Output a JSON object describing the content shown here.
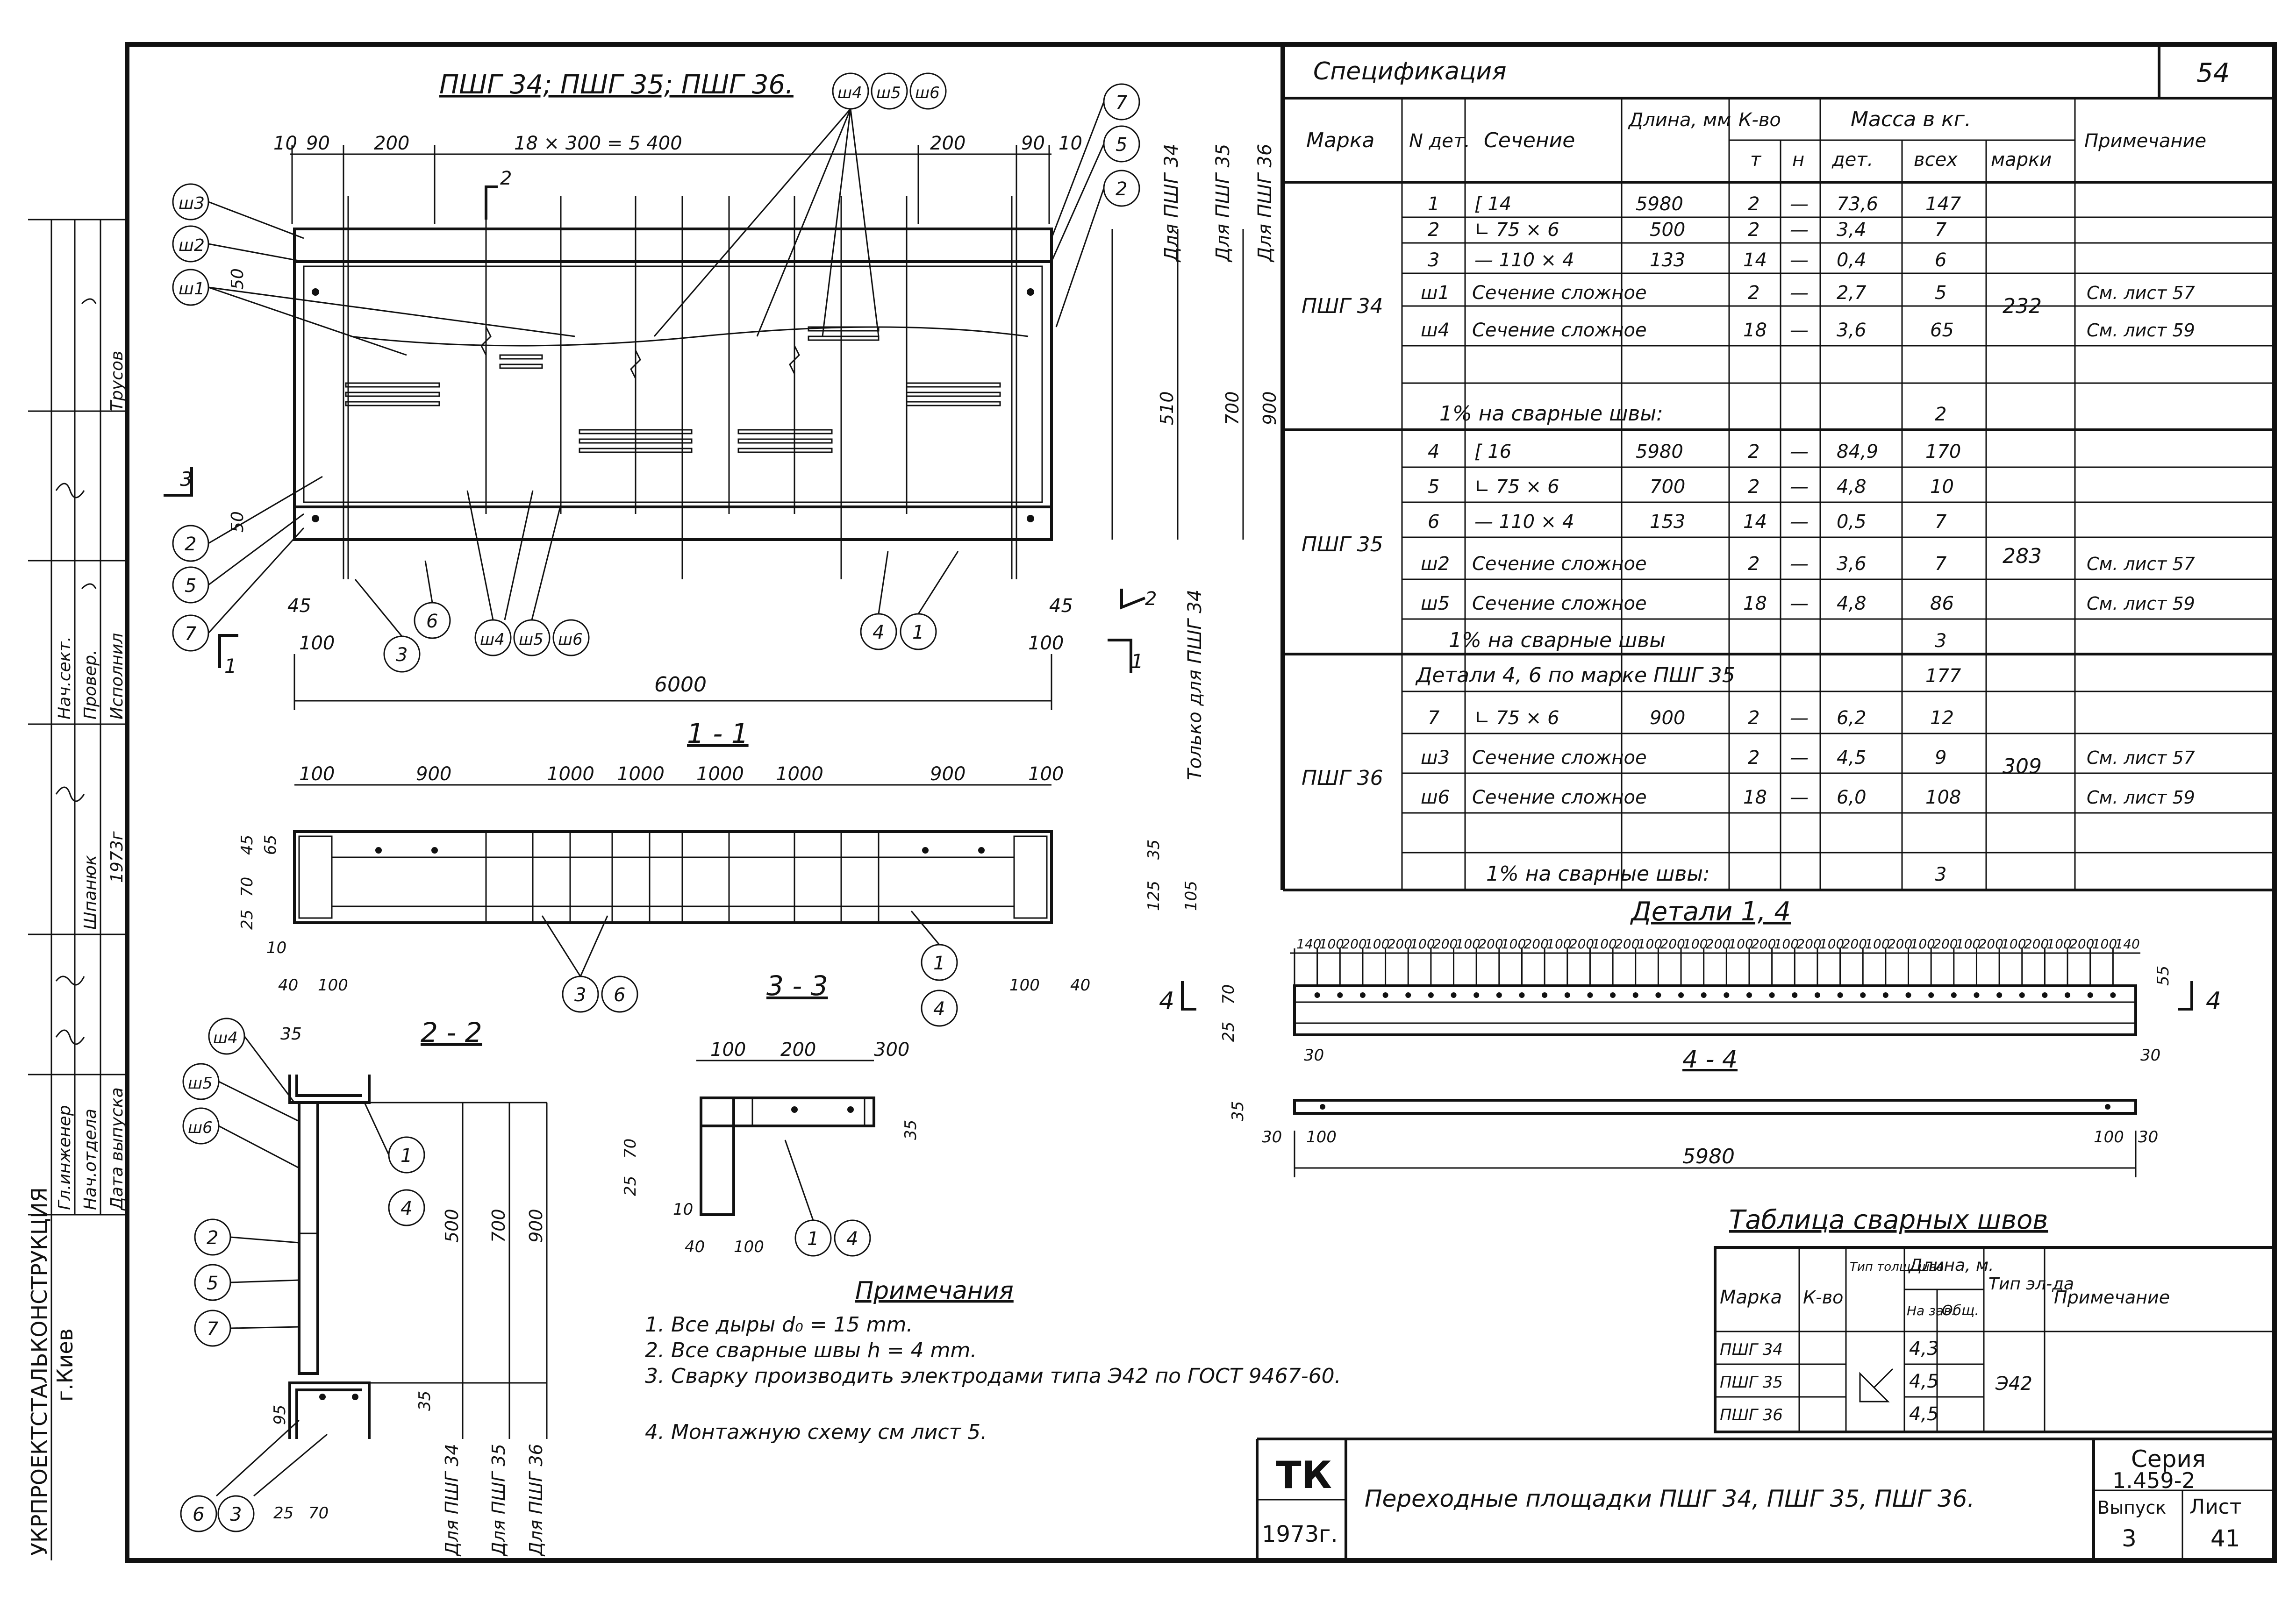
{
  "sheet": {
    "page_number": "54",
    "series_label": "Серия",
    "series_code": "1.459-2",
    "issue_label": "Выпуск",
    "issue_value": "3",
    "sheet_label": "Лист",
    "sheet_value": "41",
    "logo": "ТК",
    "year": "1973г.",
    "title": "Переходные площадки ПШГ 34, ПШГ 35, ПШГ 36."
  },
  "left_strip": {
    "organization": "УКРПРОЕКТСТАЛЬКОНСТРУКЦИЯ",
    "city": "г.Киев",
    "roles": [
      "Гл.инженер",
      "Нач.отдела",
      "Дата выпуска",
      "Нач.сект.",
      "Провер.",
      "Исполнил",
      "Шпанюк",
      "Трусов",
      "1973г"
    ]
  },
  "plan": {
    "title": "ПШГ 34; ПШГ 35; ПШГ 36.",
    "top_dims": [
      "10",
      "90",
      "200",
      "18 × 300 = 5 400",
      "200",
      "90",
      "10"
    ],
    "overall": "6000",
    "bottom_dims": [
      "45",
      "100",
      "100",
      "45"
    ],
    "side_dims": [
      "50",
      "50",
      "510",
      "700",
      "900"
    ],
    "side_notes": [
      "Для ПШГ 34",
      "Для ПШГ 35",
      "Для ПШГ 36"
    ],
    "marks": [
      "ш3",
      "ш2",
      "ш1",
      "2",
      "5",
      "7",
      "3",
      "6",
      "ш4",
      "ш5",
      "ш6",
      "4",
      "1",
      "7",
      "5",
      "2",
      "ш4",
      "ш5",
      "ш6"
    ],
    "section_marks": [
      "1",
      "2",
      "3",
      "1",
      "2"
    ]
  },
  "section_1_1": {
    "title": "1 - 1",
    "dims": [
      "100",
      "900",
      "1000",
      "1000",
      "1000",
      "1000",
      "900",
      "100"
    ],
    "left_dims": [
      "45",
      "45",
      "65",
      "70",
      "70",
      "25",
      "25",
      "10",
      "40",
      "100"
    ],
    "right_dims": [
      "35",
      "35",
      "125",
      "105",
      "40",
      "100"
    ],
    "note": "Только для ПШГ 34",
    "marks": [
      "3",
      "6",
      "1",
      "4"
    ]
  },
  "section_2_2": {
    "title": "2 - 2",
    "dims": [
      "35",
      "35",
      "95",
      "25",
      "70",
      "500",
      "700",
      "900"
    ],
    "side_notes": [
      "Для ПШГ 34",
      "Для ПШГ 35",
      "Для ПШГ 36"
    ],
    "marks": [
      "ш4",
      "ш5",
      "ш6",
      "1",
      "4",
      "2",
      "5",
      "7",
      "6",
      "3"
    ]
  },
  "section_3_3": {
    "title": "3 - 3",
    "dims": [
      "100",
      "200",
      "300",
      "35",
      "25",
      "70",
      "10",
      "40",
      "100"
    ],
    "marks": [
      "1",
      "4"
    ]
  },
  "notes": {
    "title": "Примечания",
    "items": [
      "1. Все дыры d₀ = 15 mm.",
      "2. Все сварные швы h = 4 mm.",
      "3. Сварку производить электродами типа Э42 по ГОСТ 9467-60.",
      "4. Монтажную схему см лист 5."
    ]
  },
  "spec": {
    "title": "Спецификация",
    "headers": {
      "mark": "Марка",
      "det": "N дет.",
      "section": "Сечение",
      "length": "Длина, мм",
      "qty": "К-во",
      "qty_t": "т",
      "qty_n": "н",
      "mass": "Масса в кг.",
      "mass_det": "дет.",
      "mass_all": "всех",
      "mass_mark": "марки",
      "note": "Примечание"
    },
    "groups": [
      {
        "mark": "ПШГ 34",
        "total": "232",
        "rows": [
          {
            "n": "1",
            "section": "[ 14",
            "len": "5980",
            "t": "2",
            "h": "—",
            "det": "73,6",
            "all": "147",
            "note": ""
          },
          {
            "n": "2",
            "section": "∟ 75 × 6",
            "len": "500",
            "t": "2",
            "h": "—",
            "det": "3,4",
            "all": "7",
            "note": ""
          },
          {
            "n": "3",
            "section": "— 110 × 4",
            "len": "133",
            "t": "14",
            "h": "—",
            "det": "0,4",
            "all": "6",
            "note": ""
          },
          {
            "n": "ш1",
            "section": "Сечение сложное",
            "len": "",
            "t": "2",
            "h": "—",
            "det": "2,7",
            "all": "5",
            "note": "См. лист 57"
          },
          {
            "n": "ш4",
            "section": "Сечение сложное",
            "len": "",
            "t": "18",
            "h": "—",
            "det": "3,6",
            "all": "65",
            "note": "См. лист 59"
          }
        ],
        "welds": "1% на сварные швы:",
        "welds_value": "2"
      },
      {
        "mark": "ПШГ 35",
        "total": "283",
        "rows": [
          {
            "n": "4",
            "section": "[ 16",
            "len": "5980",
            "t": "2",
            "h": "—",
            "det": "84,9",
            "all": "170",
            "note": ""
          },
          {
            "n": "5",
            "section": "∟ 75 × 6",
            "len": "700",
            "t": "2",
            "h": "—",
            "det": "4,8",
            "all": "10",
            "note": ""
          },
          {
            "n": "6",
            "section": "— 110 × 4",
            "len": "153",
            "t": "14",
            "h": "—",
            "det": "0,5",
            "all": "7",
            "note": ""
          },
          {
            "n": "ш2",
            "section": "Сечение сложное",
            "len": "",
            "t": "2",
            "h": "—",
            "det": "3,6",
            "all": "7",
            "note": "См. лист 57"
          },
          {
            "n": "ш5",
            "section": "Сечение сложное",
            "len": "",
            "t": "18",
            "h": "—",
            "det": "4,8",
            "all": "86",
            "note": "См. лист 59"
          }
        ],
        "welds": "1% на сварные швы",
        "welds_value": "3"
      },
      {
        "mark": "ПШГ 36",
        "total": "309",
        "header_row": "Детали 4, 6 по марке ПШГ 35",
        "header_value": "177",
        "rows": [
          {
            "n": "7",
            "section": "∟ 75 × 6",
            "len": "900",
            "t": "2",
            "h": "—",
            "det": "6,2",
            "all": "12",
            "note": ""
          },
          {
            "n": "ш3",
            "section": "Сечение сложное",
            "len": "",
            "t": "2",
            "h": "—",
            "det": "4,5",
            "all": "9",
            "note": "См. лист 57"
          },
          {
            "n": "ш6",
            "section": "Сечение сложное",
            "len": "",
            "t": "18",
            "h": "—",
            "det": "6,0",
            "all": "108",
            "note": "См. лист 59"
          }
        ],
        "welds": "1% на сварные швы:",
        "welds_value": "3"
      }
    ]
  },
  "details_14": {
    "title": "Детали 1, 4",
    "dims": [
      "140",
      "100",
      "200",
      "100",
      "200",
      "100",
      "200",
      "100",
      "200",
      "100",
      "200",
      "100",
      "200",
      "100",
      "200",
      "100",
      "200",
      "100",
      "200",
      "100",
      "200",
      "100",
      "200",
      "100",
      "200",
      "100",
      "200",
      "100",
      "200",
      "100",
      "200",
      "100",
      "200",
      "100",
      "200",
      "100",
      "140"
    ],
    "side_dims": [
      "25",
      "70",
      "55",
      "30",
      "30"
    ],
    "section_label": "4",
    "section_title": "4 - 4",
    "sect_dims": [
      "35",
      "30",
      "100",
      "100",
      "30"
    ],
    "length": "5980"
  },
  "weld_table": {
    "title": "Таблица сварных швов",
    "headers": {
      "mark": "Марка",
      "qty": "К-во",
      "type": "Тип толщ. шва",
      "length": "Длина, м.",
      "len_factory": "На зав.",
      "len_site": "Общ.",
      "electrode": "Тип эл-да",
      "note": "Примечание"
    },
    "rows": [
      {
        "mark": "ПШГ 34",
        "len": "4,3"
      },
      {
        "mark": "ПШГ 35",
        "len": "4,5"
      },
      {
        "mark": "ПШГ 36",
        "len": "4,5"
      }
    ],
    "electrode": "Э42"
  }
}
